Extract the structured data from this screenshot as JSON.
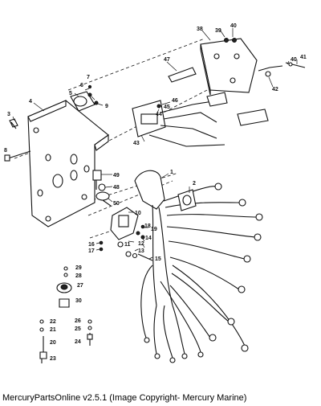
{
  "caption": "MercuryPartsOnline v2.5.1 (Image Copyright- Mercury Marine)",
  "part_labels": {
    "p1": "1",
    "p2": "2",
    "p3": "3",
    "p4": "4",
    "p5": "5",
    "p6": "6",
    "p7": "7",
    "p8": "8",
    "p9": "9",
    "p10": "10",
    "p11": "11",
    "p12": "12",
    "p13": "13",
    "p14": "14",
    "p15": "15",
    "p16": "16",
    "p17": "17",
    "p18": "18",
    "p19": "19",
    "p20": "20",
    "p21": "21",
    "p22": "22",
    "p23": "23",
    "p24": "24",
    "p25": "25",
    "p26": "26",
    "p27": "27",
    "p28": "28",
    "p29": "29",
    "p30": "30",
    "p38": "38",
    "p39": "39",
    "p40a": "40",
    "p40b": "40",
    "p41": "41",
    "p42": "42",
    "p43": "43",
    "p44": "44",
    "p45": "45",
    "p46": "46",
    "p47": "47",
    "p48": "48",
    "p49": "49",
    "p50": "50"
  }
}
